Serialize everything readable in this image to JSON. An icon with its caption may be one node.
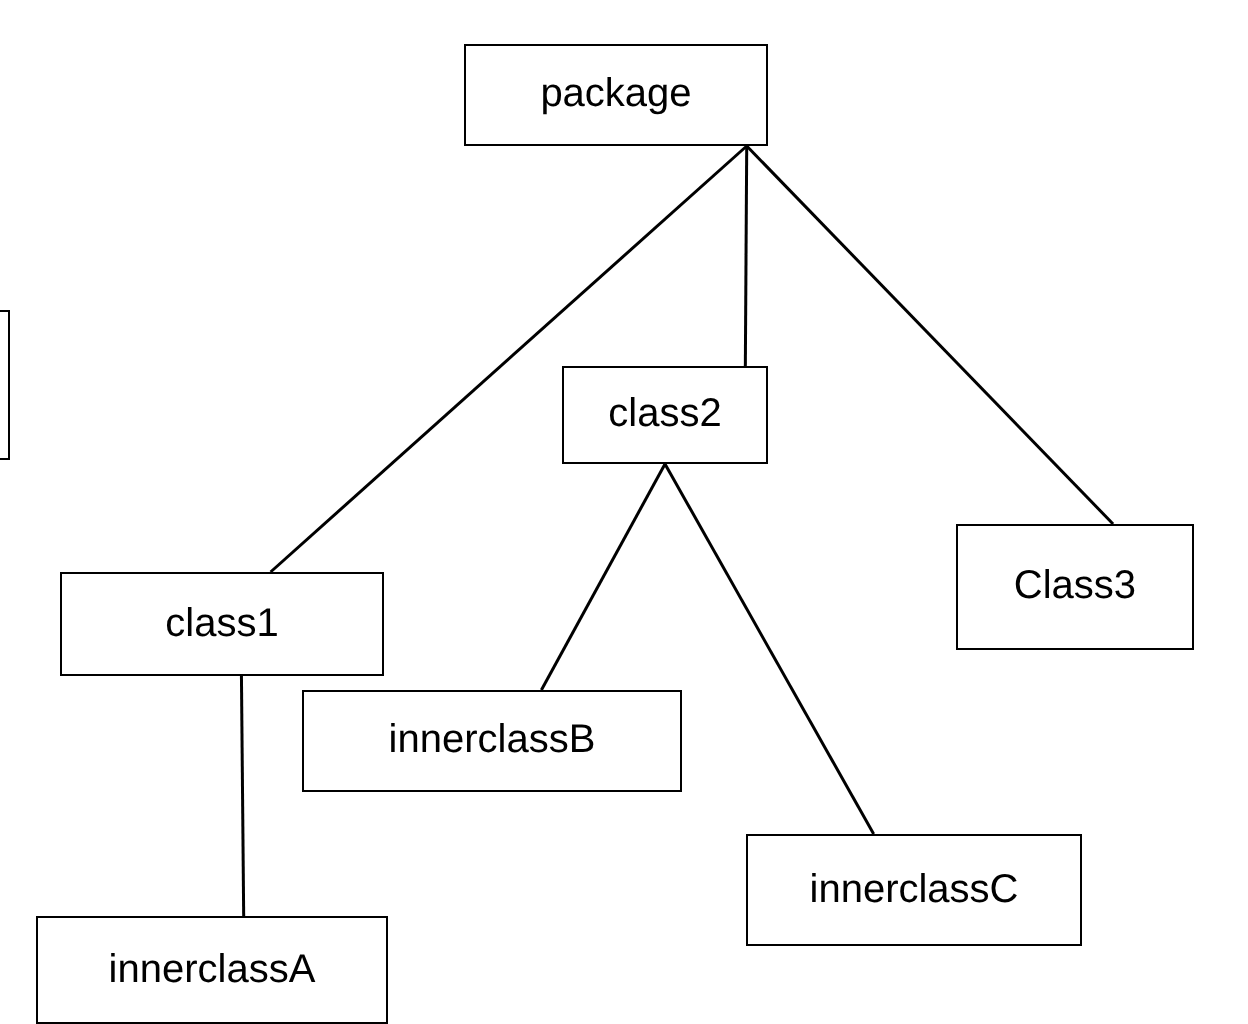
{
  "diagram": {
    "nodes": [
      {
        "text": [
          "package"
        ]
      },
      {
        "text": [],
        "shape": "box"
      },
      {
        "text": [
          "class2"
        ]
      },
      {
        "text": [
          "Class3"
        ]
      },
      {
        "text": [
          "class1"
        ]
      },
      {
        "text": [
          "innerclassB"
        ]
      },
      {
        "text": [
          "innerclassC"
        ]
      },
      {
        "text": [
          "innerclassA"
        ]
      }
    ],
    "edges": [
      {
        "from": 0,
        "to": 2,
        "arrow": "none"
      },
      {
        "from": 0,
        "to": 4,
        "arrow": "none"
      },
      {
        "from": 0,
        "to": 3,
        "arrow": "none"
      },
      {
        "from": 2,
        "to": 5,
        "arrow": "none"
      },
      {
        "from": 2,
        "to": 6,
        "arrow": "none"
      },
      {
        "from": 4,
        "to": 7,
        "arrow": "none"
      }
    ]
  }
}
